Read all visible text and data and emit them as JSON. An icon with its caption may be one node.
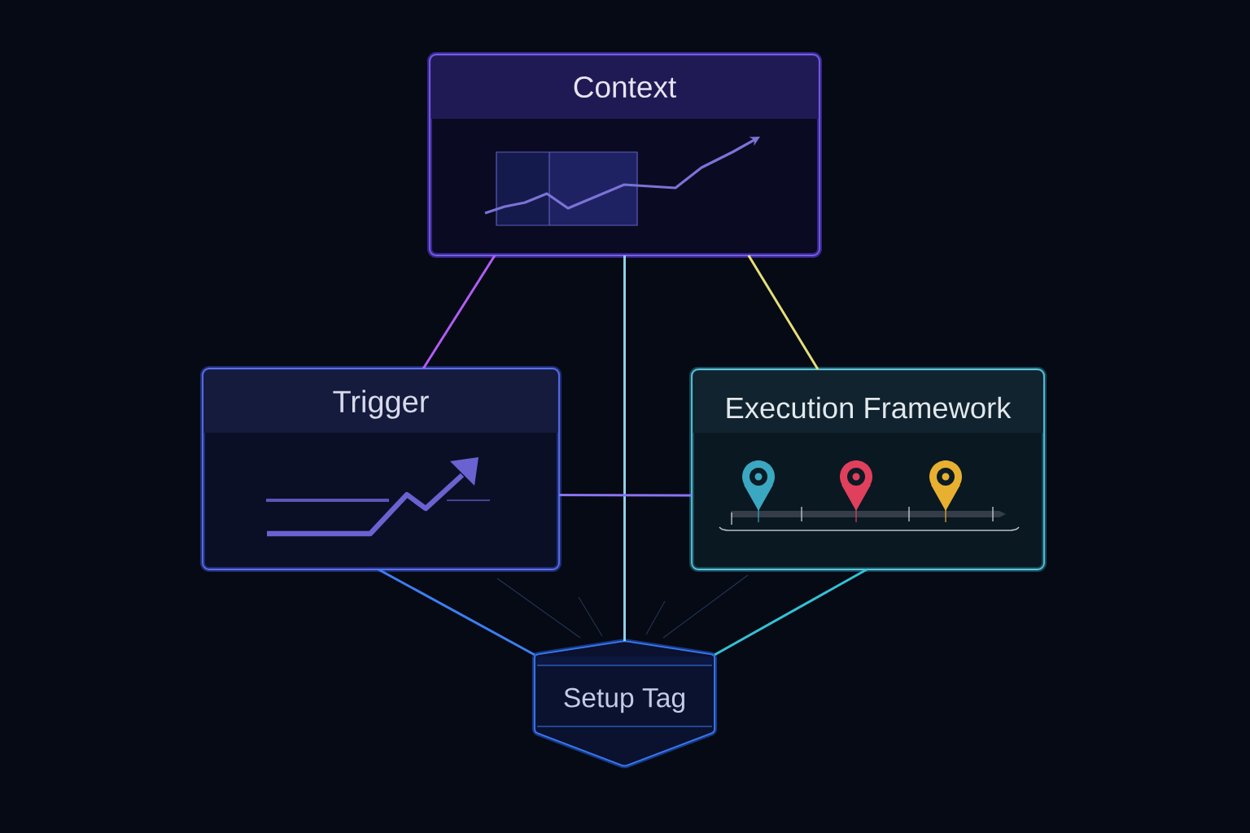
{
  "diagram": {
    "nodes": [
      {
        "text": [
          "Context"
        ]
      },
      {
        "text": [
          "Trigger"
        ]
      },
      {
        "text": [
          "Execution Framework"
        ]
      },
      {
        "text": [
          "Setup Tag"
        ]
      }
    ],
    "edges": [
      {
        "from": 0,
        "to": 1,
        "arrow": "none",
        "color": "#b35cf5"
      },
      {
        "from": 0,
        "to": 2,
        "arrow": "none",
        "color": "#e6df78"
      },
      {
        "from": 0,
        "to": 3,
        "arrow": "none",
        "color": "#8fd0e8"
      },
      {
        "from": 1,
        "to": 2,
        "arrow": "none",
        "color": "#8a72f2"
      },
      {
        "from": 1,
        "to": 3,
        "arrow": "none",
        "color": "#3d7ff2"
      },
      {
        "from": 2,
        "to": 3,
        "arrow": "none",
        "color": "#33c2d6"
      }
    ]
  }
}
